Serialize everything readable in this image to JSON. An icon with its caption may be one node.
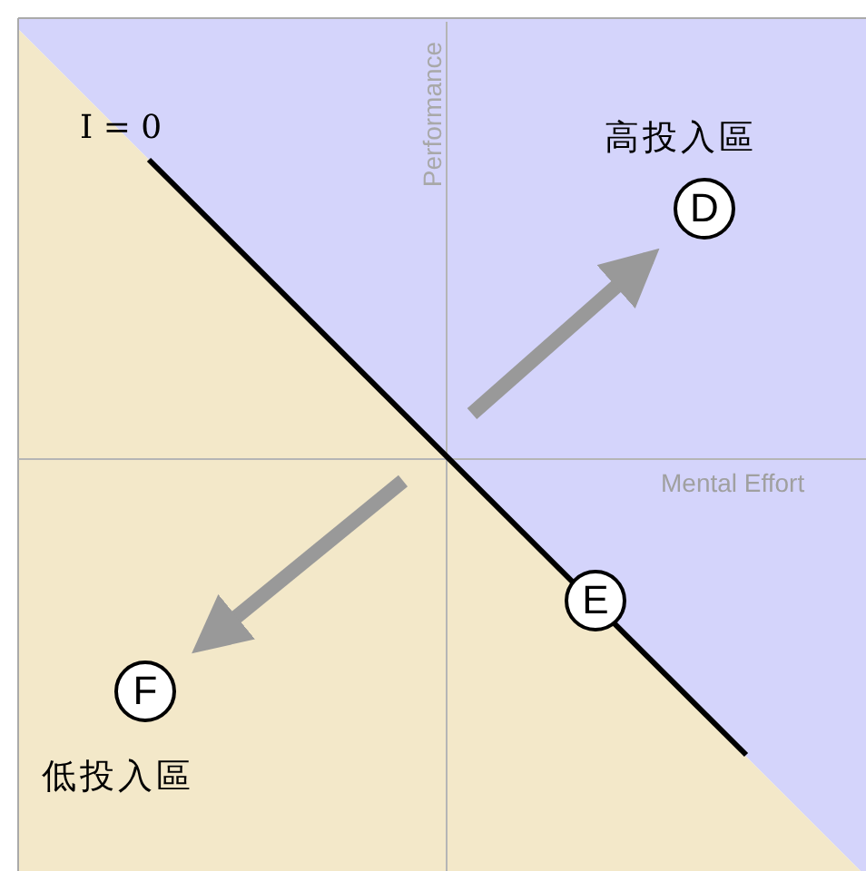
{
  "diagram": {
    "nodes": [
      {
        "text": [
          "D"
        ],
        "beside": [
          "高投入區"
        ]
      },
      {
        "text": [
          "E"
        ]
      },
      {
        "text": [
          "F"
        ],
        "beside": [
          "低投入區"
        ]
      }
    ],
    "edges": [
      {
        "from": null,
        "to": 0,
        "arrow": "to"
      },
      {
        "from": null,
        "to": 2,
        "arrow": "to"
      }
    ],
    "labels": [
      "I = 0",
      "Performance",
      "Mental Effort"
    ]
  }
}
